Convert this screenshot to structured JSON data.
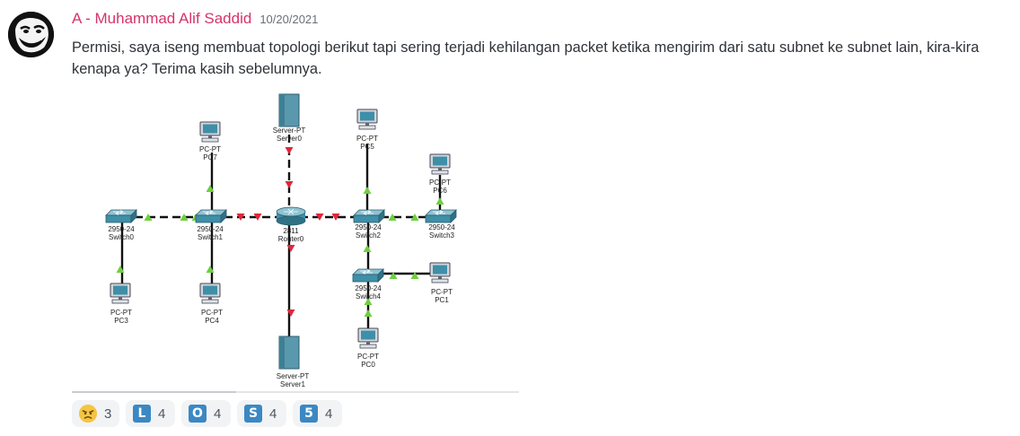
{
  "message": {
    "author": "A - Muhammad Alif Saddid",
    "timestamp": "10/20/2021",
    "content": "Permisi, saya iseng membuat topologi berikut tapi sering terjadi kehilangan packet ketika mengirim dari satu subnet ke subnet lain, kira-kira kenapa ya? Terima kasih sebelumnya."
  },
  "colors": {
    "author": "#d6336c",
    "link_ok": "#6fcf3f",
    "link_down": "#e0263a",
    "device": "#3f8fa8"
  },
  "topology": {
    "devices": [
      {
        "id": "pc7",
        "type": "pc",
        "model": "PC-PT",
        "name": "PC7"
      },
      {
        "id": "server0",
        "type": "server",
        "model": "Server-PT",
        "name": "Server0"
      },
      {
        "id": "pc5",
        "type": "pc",
        "model": "PC-PT",
        "name": "PC5"
      },
      {
        "id": "pc6",
        "type": "pc",
        "model": "PC-PT",
        "name": "PC6"
      },
      {
        "id": "switch0",
        "type": "switch",
        "model": "2950-24",
        "name": "Switch0"
      },
      {
        "id": "switch1",
        "type": "switch",
        "model": "2950-24",
        "name": "Switch1"
      },
      {
        "id": "router0",
        "type": "router",
        "model": "2811",
        "name": "Router0"
      },
      {
        "id": "switch2",
        "type": "switch",
        "model": "2950-24",
        "name": "Switch2"
      },
      {
        "id": "switch3",
        "type": "switch",
        "model": "2950-24",
        "name": "Switch3"
      },
      {
        "id": "switch4",
        "type": "switch",
        "model": "2950-24",
        "name": "Switch4"
      },
      {
        "id": "pc1",
        "type": "pc",
        "model": "PC-PT",
        "name": "PC1"
      },
      {
        "id": "pc3",
        "type": "pc",
        "model": "PC-PT",
        "name": "PC3"
      },
      {
        "id": "pc4",
        "type": "pc",
        "model": "PC-PT",
        "name": "PC4"
      },
      {
        "id": "pc0",
        "type": "pc",
        "model": "PC-PT",
        "name": "PC0"
      },
      {
        "id": "server1",
        "type": "server",
        "model": "Server-PT",
        "name": "Server1"
      }
    ]
  },
  "reactions": [
    {
      "emoji": "angry-face",
      "count": "3"
    },
    {
      "emoji": "L",
      "count": "4"
    },
    {
      "emoji": "O",
      "count": "4"
    },
    {
      "emoji": "S",
      "count": "4"
    },
    {
      "emoji": "5",
      "count": "4"
    }
  ]
}
